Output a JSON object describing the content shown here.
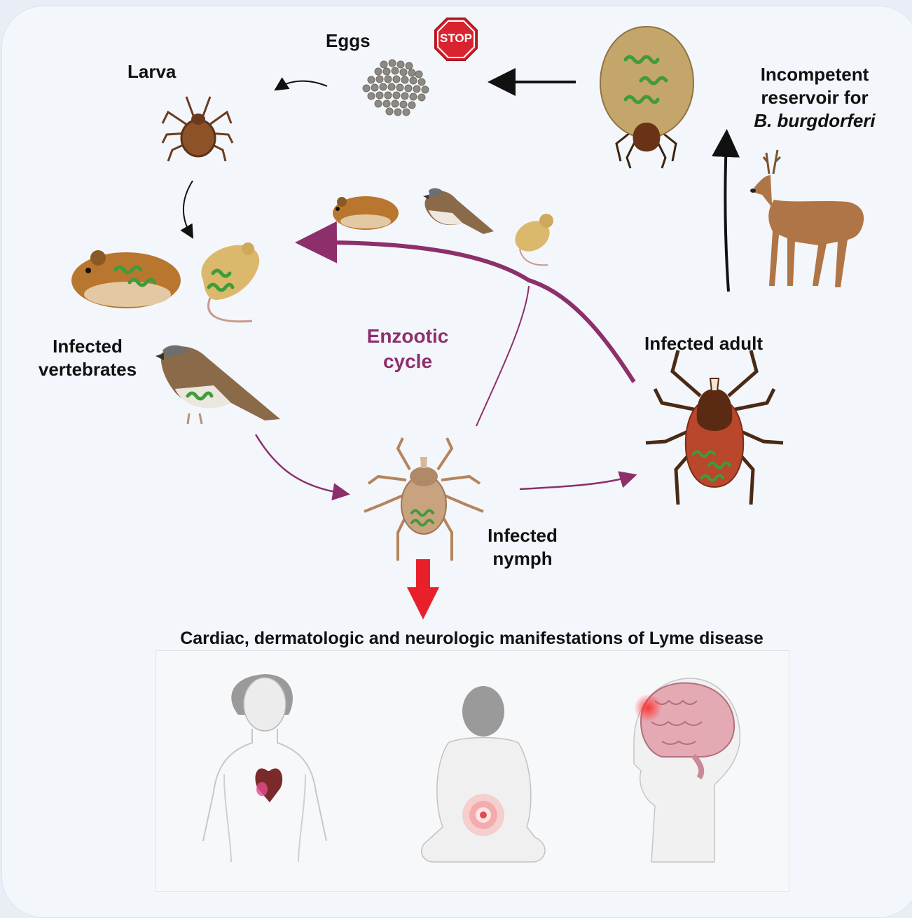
{
  "labels": {
    "eggs": "Eggs",
    "stop": "STOP",
    "larva": "Larva",
    "incompetent_line1": "Incompetent",
    "incompetent_line2": "reservoir for",
    "incompetent_line3": "B. burgdorferi",
    "infected_vertebrates_line1": "Infected",
    "infected_vertebrates_line2": "vertebrates",
    "enzootic_line1": "Enzootic",
    "enzootic_line2": "cycle",
    "infected_adult": "Infected adult",
    "infected_nymph_line1": "Infected",
    "infected_nymph_line2": "nymph",
    "manifestations": "Cardiac, dermatologic and neurologic manifestations of Lyme disease"
  },
  "colors": {
    "cycle_arrow": "#8c2f6b",
    "black_arrow": "#111111",
    "alert_arrow": "#e8202a",
    "stop_sign": "#d9232e",
    "spirochete": "#3f9c3a",
    "adult_tick_body": "#b8472c",
    "nymph_tick_body": "#c9a27f",
    "rodent": "#b9762f",
    "deer": "#b07546"
  },
  "icons": [
    "egg-cluster-icon",
    "stop-sign-icon",
    "larva-tick-icon",
    "engorged-tick-icon",
    "deer-icon",
    "hamster-icon",
    "sparrow-icon",
    "mouse-icon",
    "adult-tick-icon",
    "nymph-tick-icon",
    "heart-icon",
    "skin-rash-icon",
    "brain-icon"
  ]
}
